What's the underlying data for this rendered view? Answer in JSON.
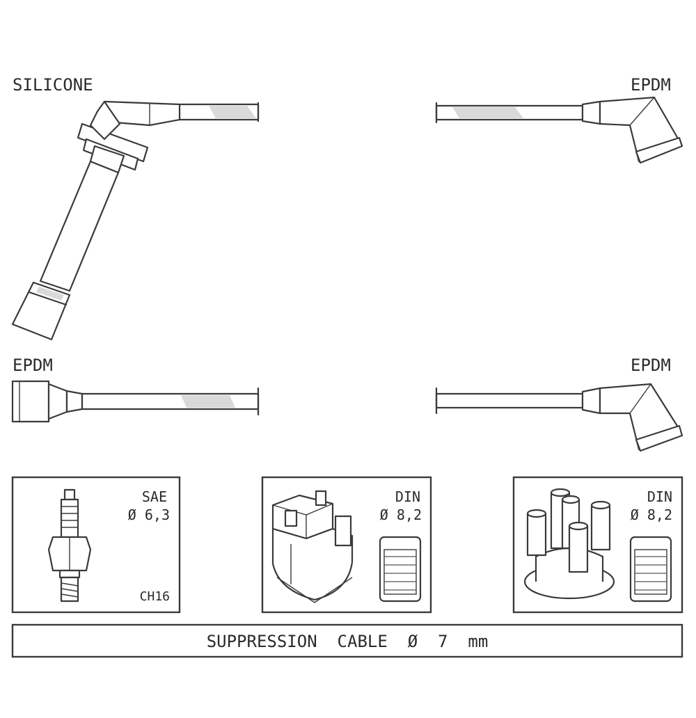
{
  "labels": {
    "top_left": "SILICONE",
    "top_right": "EPDM",
    "mid_left": "EPDM",
    "mid_right": "EPDM"
  },
  "panels": [
    {
      "standard": "SAE",
      "diameter": "Ø 6,3",
      "code": "CH16"
    },
    {
      "standard": "DIN",
      "diameter": "Ø 8,2"
    },
    {
      "standard": "DIN",
      "diameter": "Ø 8,2"
    }
  ],
  "footer": {
    "text": "SUPPRESSION  CABLE  Ø  7  mm"
  }
}
